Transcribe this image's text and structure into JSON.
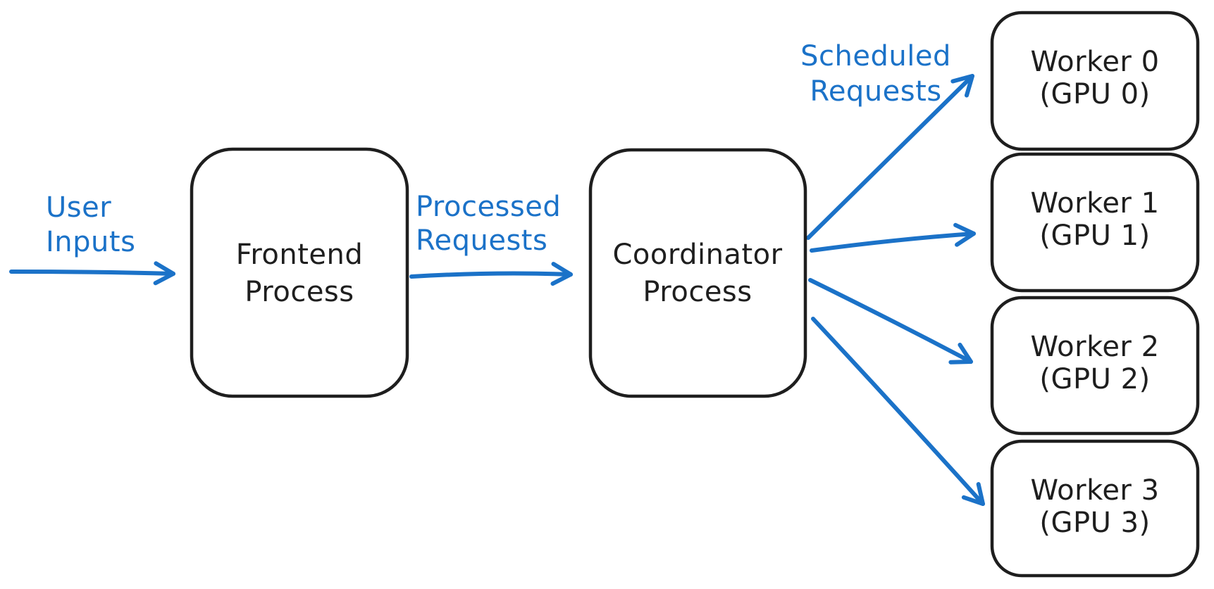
{
  "diagram": {
    "type": "flow-diagram",
    "description": "Distributed inference architecture: user inputs flow through a frontend process to a coordinator process, which schedules requests across four GPU worker processes",
    "nodes": {
      "frontend": {
        "line1": "Frontend",
        "line2": "Process"
      },
      "coordinator": {
        "line1": "Coordinator",
        "line2": "Process"
      },
      "worker0": {
        "line1": "Worker 0",
        "line2": "(GPU 0)"
      },
      "worker1": {
        "line1": "Worker 1",
        "line2": "(GPU 1)"
      },
      "worker2": {
        "line1": "Worker 2",
        "line2": "(GPU 2)"
      },
      "worker3": {
        "line1": "Worker 3",
        "line2": "(GPU 3)"
      }
    },
    "edge_labels": {
      "user_inputs": {
        "line1": "User",
        "line2": "Inputs"
      },
      "processed_requests": {
        "line1": "Processed",
        "line2": "Requests"
      },
      "scheduled_requests": {
        "line1": "Scheduled",
        "line2": "Requests"
      }
    },
    "connections": [
      {
        "from": "external-user",
        "to": "frontend",
        "label": "User Inputs"
      },
      {
        "from": "frontend",
        "to": "coordinator",
        "label": "Processed Requests"
      },
      {
        "from": "coordinator",
        "to": "worker0",
        "label": "Scheduled Requests"
      },
      {
        "from": "coordinator",
        "to": "worker1",
        "label": "Scheduled Requests"
      },
      {
        "from": "coordinator",
        "to": "worker2",
        "label": "Scheduled Requests"
      },
      {
        "from": "coordinator",
        "to": "worker3",
        "label": "Scheduled Requests"
      }
    ],
    "colors": {
      "arrow_blue": "#1b72c8",
      "label_blue": "#1b72c8",
      "box_stroke": "#1e1e1e",
      "box_text": "#1e1e1e",
      "background": "#ffffff"
    }
  }
}
